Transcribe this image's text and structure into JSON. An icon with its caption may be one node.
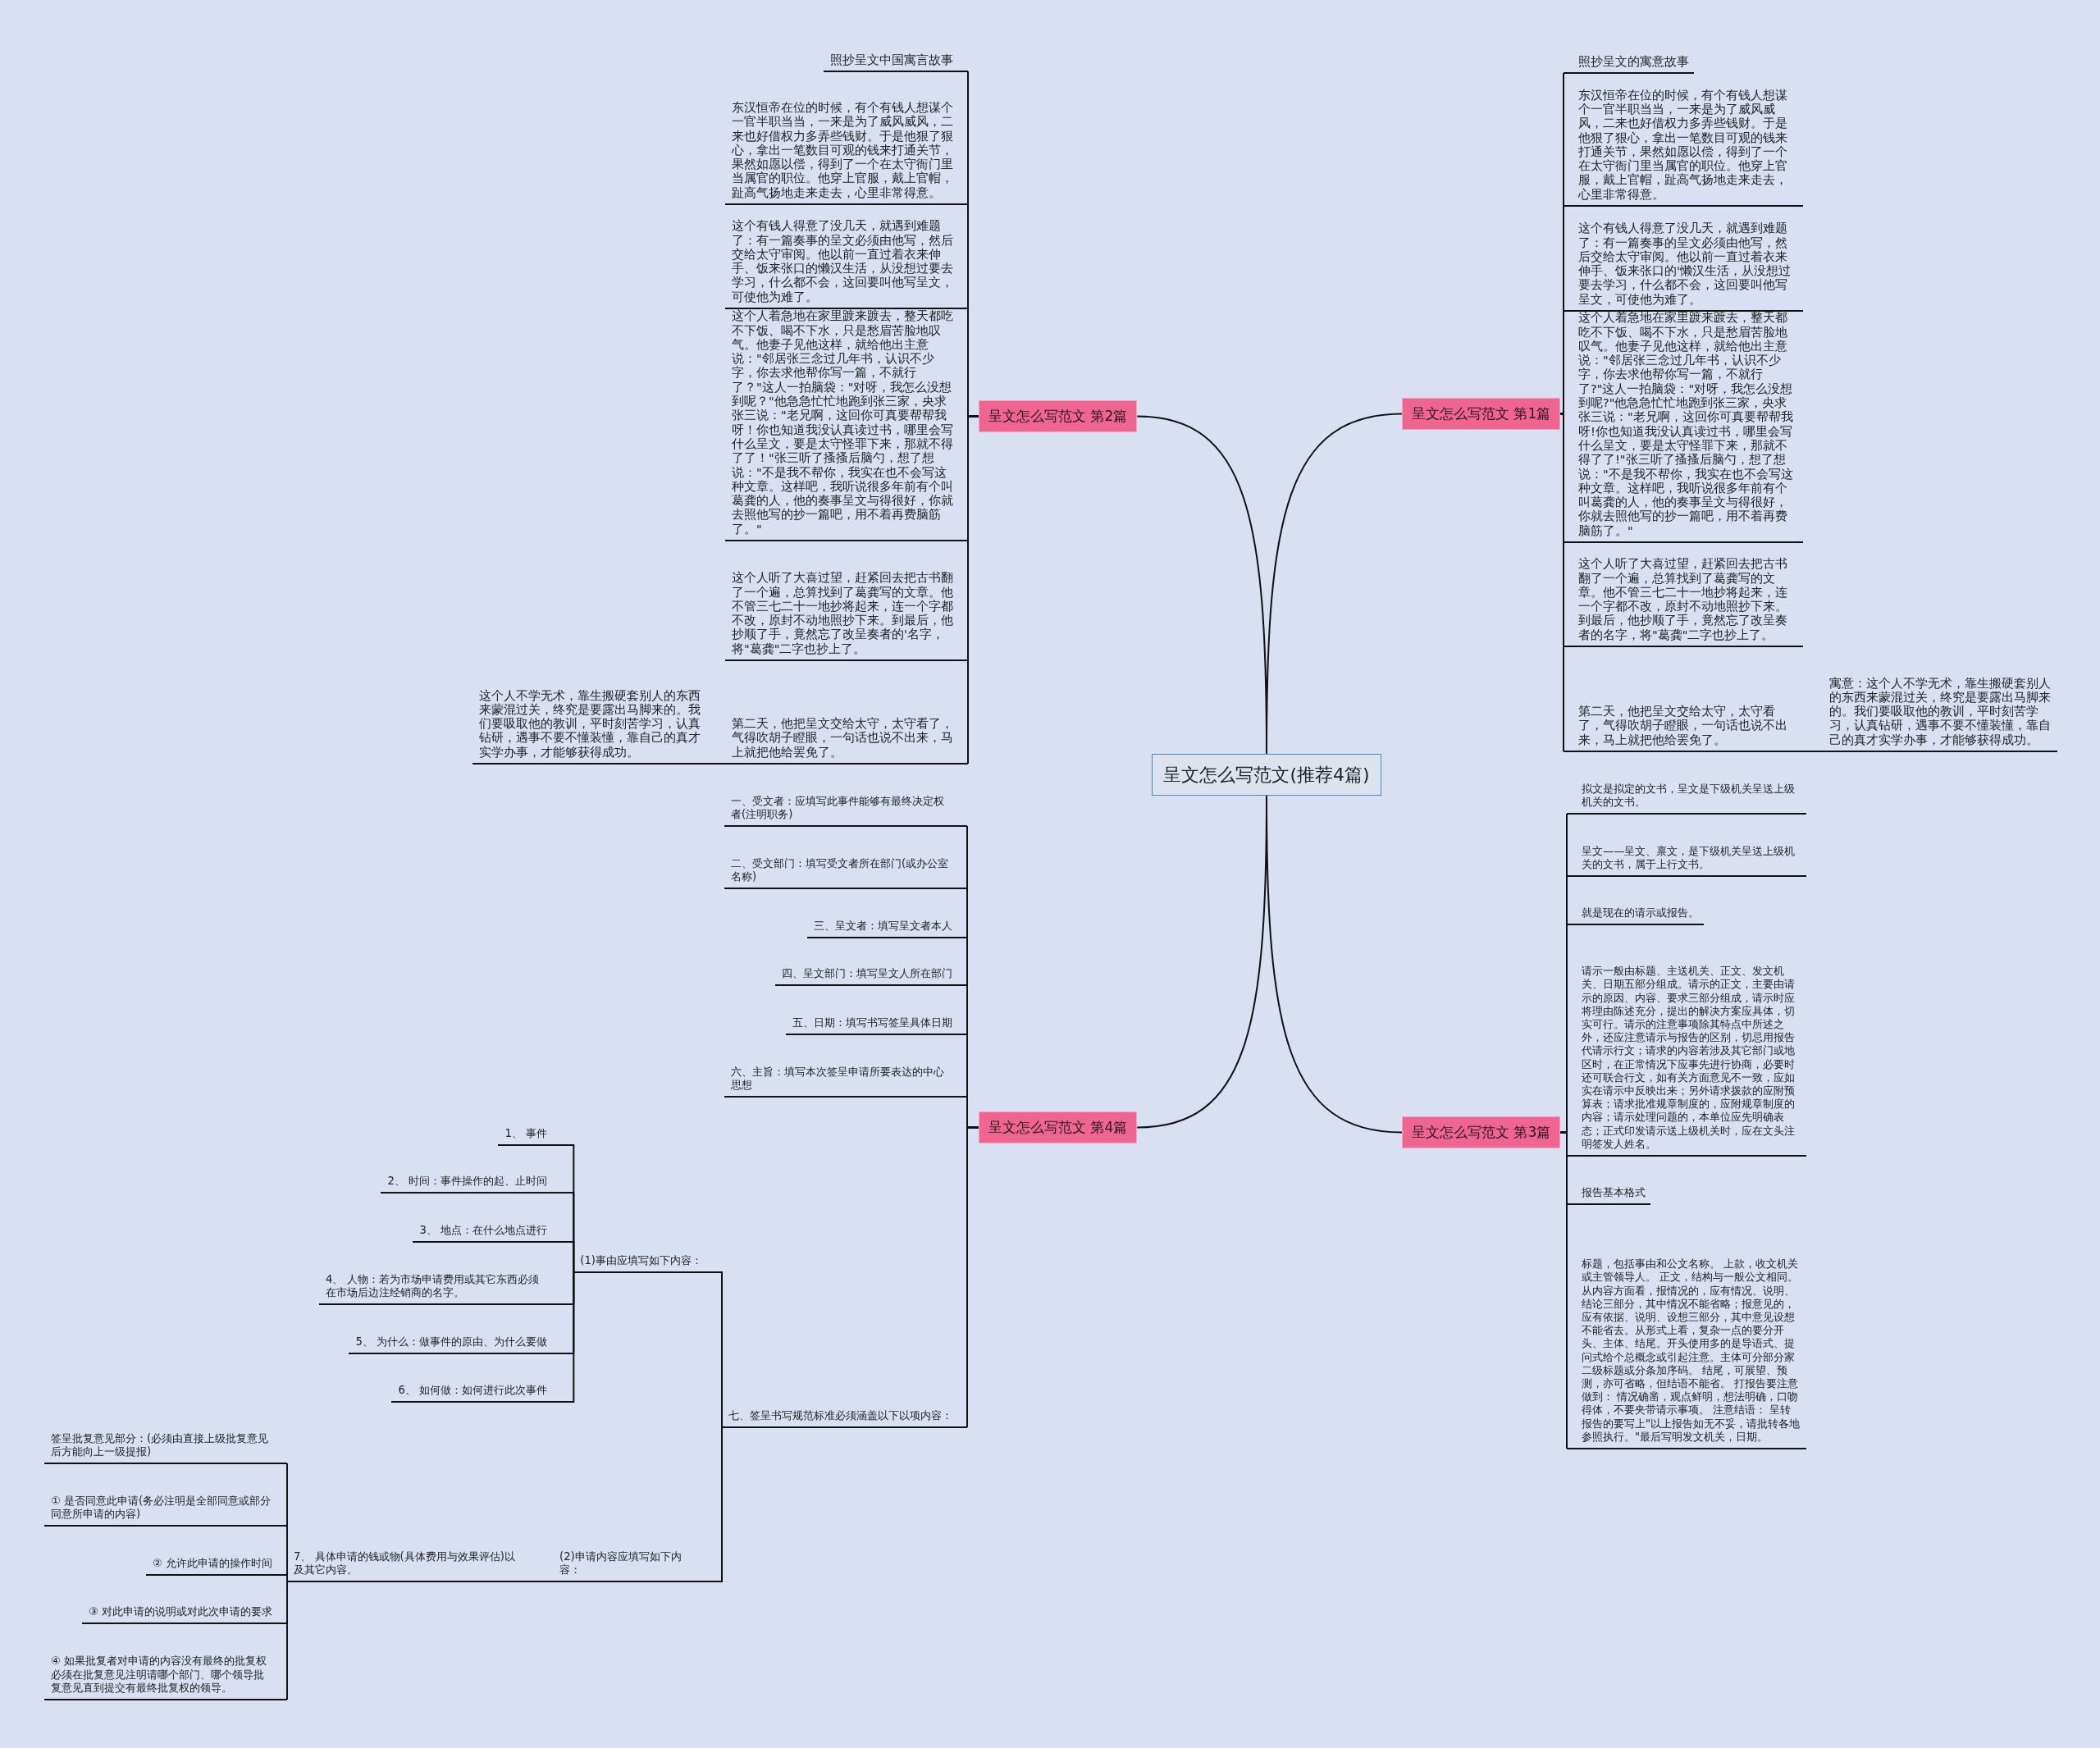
{
  "diagram": {
    "nodes": [
      {
        "text": [
          "呈文怎么写范文(推荐4篇)"
        ]
      },
      {
        "text": [
          "呈文怎么写范文 第1篇"
        ]
      },
      {
        "text": [
          "照抄呈文的寓意故事"
        ]
      },
      {
        "text": [
          "东汉恒帝在位的时候，有个有钱人想谋个一官半职当当，一来是为了威风威风，二来也好借权力多弄些钱财。于是他狠了狠心，拿出一笔数目可观的钱来打通关节，果然如愿以偿，得到了一个在太守衙门里当属官的职位。他穿上官服，戴上官帽，趾高气扬地走来走去，心里非常得意。"
        ]
      },
      {
        "text": [
          "这个有钱人得意了没几天，就遇到难题了：有一篇奏事的呈文必须由他写，然后交给太守审阅。他以前一直过着衣来伸手、饭来张口的'懒汉生活，从没想过要去学习，什么都不会，这回要叫他写呈文，可使他为难了。"
        ]
      },
      {
        "text": [
          "这个人着急地在家里踱来踱去，整天都吃不下饭、喝不下水，只是愁眉苦脸地叹气。他妻子见他这样，就给他出主意说：\"邻居张三念过几年书，认识不少字，你去求他帮你写一篇，不就行了?\"这人一拍脑袋：\"对呀，我怎么没想到呢?\"他急急忙忙地跑到张三家，央求张三说：\"老兄啊，这回你可真要帮帮我呀!你也知道我没认真读过书，哪里会写什么呈文，要是太守怪罪下来，那就不得了了!\"张三听了搔搔后脑勺，想了想说：\"不是我不帮你，我实在也不会写这种文章。这样吧，我听说很多年前有个叫葛龚的人，他的奏事呈文与得很好，你就去照他写的抄一篇吧，用不着再费脑筋了。\""
        ]
      },
      {
        "text": [
          "这个人听了大喜过望，赶紧回去把古书翻了一个遍，总算找到了葛龚写的文章。他不管三七二十一地抄将起来，连一个字都不改，原封不动地照抄下来。到最后，他抄顺了手，竟然忘了改呈奏者的名字，将\"葛龚\"二字也抄上了。"
        ]
      },
      {
        "text": [
          "第二天，他把呈文交给太守，太守看了，气得吹胡子瞪眼，一句话也说不出来，马上就把他给罢免了。"
        ]
      },
      {
        "text": [
          "寓意：这个人不学无术，靠生搬硬套别人的东西来蒙混过关，终究是要露出马脚来的。我们要吸取他的教训，平时刻苦学习，认真钻研，遇事不要不懂装懂，靠自己的真才实学办事，才能够获得成功。"
        ]
      },
      {
        "text": [
          "呈文怎么写范文 第2篇"
        ]
      },
      {
        "text": [
          "照抄呈文中国寓言故事"
        ]
      },
      {
        "text": [
          "东汉恒帝在位的时候，有个有钱人想谋个一官半职当当，一来是为了威风威风，二来也好借权力多弄些钱财。于是他狠了狠心，拿出一笔数目可观的钱来打通关节，果然如愿以偿，得到了一个在太守衙门里当属官的职位。他穿上官服，戴上官帽，趾高气扬地走来走去，心里非常得意。"
        ]
      },
      {
        "text": [
          "这个有钱人得意了没几天，就遇到难题了：有一篇奏事的呈文必须由他写，然后交给太守审阅。他以前一直过着衣来伸手、饭来张口的懒汉生活，从没想过要去学习，什么都不会，这回要叫他写呈文，可使他为难了。"
        ]
      },
      {
        "text": [
          "这个人着急地在家里踱来踱去，整天都吃不下饭、喝不下水，只是愁眉苦脸地叹气。他妻子见他这样，就给他出主意说：\"邻居张三念过几年书，认识不少字，你去求他帮你写一篇，不就行了？\"这人一拍脑袋：\"对呀，我怎么没想到呢？\"他急急忙忙地跑到张三家，央求张三说：\"老兄啊，这回你可真要帮帮我呀！你也知道我没认真读过书，哪里会写什么呈文，要是太守怪罪下来，那就不得了了！\"张三听了搔搔后脑勺，想了想说：\"不是我不帮你，我实在也不会写这种文章。这样吧，我听说很多年前有个叫葛龚的人，他的奏事呈文与得很好，你就去照他写的抄一篇吧，用不着再费脑筋了。\""
        ]
      },
      {
        "text": [
          "这个人听了大喜过望，赶紧回去把古书翻了一个遍，总算找到了葛龚写的文章。他不管三七二十一地抄将起来，连一个字都不改，原封不动地照抄下来。到最后，他抄顺了手，竟然忘了改呈奏者的'名字，将\"葛龚\"二字也抄上了。"
        ]
      },
      {
        "text": [
          "第二天，他把呈文交给太守，太守看了，气得吹胡子瞪眼，一句话也说不出来，马上就把他给罢免了。"
        ]
      },
      {
        "text": [
          "这个人不学无术，靠生搬硬套别人的东西来蒙混过关，终究是要露出马脚来的。我们要吸取他的教训，平时刻苦学习，认真钻研，遇事不要不懂装懂，靠自己的真才实学办事，才能够获得成功。"
        ]
      },
      {
        "text": [
          "呈文怎么写范文 第3篇"
        ]
      },
      {
        "text": [
          "拟文是拟定的文书，呈文是下级机关呈送上级机关的文书。"
        ]
      },
      {
        "text": [
          "呈文——呈文、禀文，是下级机关呈送上级机关的文书，属于上行文书。"
        ]
      },
      {
        "text": [
          "就是现在的请示或报告。"
        ]
      },
      {
        "text": [
          "请示一般由标题、主送机关、正文、发文机关、日期五部分组成。请示的正文，主要由请示的原因、内容、要求三部分组成，请示时应将理由陈述充分，提出的解决方案应具体，切实可行。请示的注意事项除其特点中所述之外，还应注意请示与报告的区别，切忌用报告代请示行文；请求的内容若涉及其它部门或地区时，在正常情况下应事先进行协商，必要时还可联合行文，如有关方面意见不一致，应如实在请示中反映出来；另外请求拨款的应附预算表；请求批准规章制度的，应附规章制度的内容；请示处理问题的，本单位应先明确表态；正式印发请示送上级机关时，应在文头注明签发人姓名。"
        ]
      },
      {
        "text": [
          "报告基本格式"
        ]
      },
      {
        "text": [
          "标题，包括事由和公文名称。 上款，收文机关或主管领导人。 正文，结构与一般公文相同。从内容方面看，报情况的，应有情况、说明、结论三部分，其中情况不能省略；报意见的，应有依据、说明、设想三部分，其中意见设想不能省去。从形式上看，复杂一点的要分开头、主体、结尾。开头使用多的是导语式、提问式给个总概念或引起注意。主体可分部分家二级标题或分条加序码。 结尾，可展望、预测，亦可省略，但结语不能省。 打报告要注意做到： 情况确凿，观点鲜明，想法明确，口吻得体，不要夹带请示事项。 注意结语： 呈转报告的要写上\"以上报告如无不妥，请批转各地参照执行。\"最后写明发文机关，日期。"
        ]
      },
      {
        "text": [
          "呈文怎么写范文 第4篇"
        ]
      },
      {
        "text": [
          "一、受文者：应填写此事件能够有最终决定权者(注明职务)"
        ]
      },
      {
        "text": [
          "二、受文部门：填写受文者所在部门(或办公室名称)"
        ]
      },
      {
        "text": [
          "三、呈文者：填写呈文者本人"
        ]
      },
      {
        "text": [
          "四、呈文部门：填写呈文人所在部门"
        ]
      },
      {
        "text": [
          "五、日期：填写书写签呈具体日期"
        ]
      },
      {
        "text": [
          "六、主旨：填写本次签呈申请所要表达的中心思想"
        ]
      },
      {
        "text": [
          "七、签呈书写规范标准必须涵盖以下以项内容："
        ]
      },
      {
        "text": [
          "(1)事由应填写如下内容："
        ]
      },
      {
        "text": [
          "1、 事件"
        ]
      },
      {
        "text": [
          "2、 时间：事件操作的起、止时间"
        ]
      },
      {
        "text": [
          "3、 地点：在什么地点进行"
        ]
      },
      {
        "text": [
          "4、 人物：若为市场申请费用或其它东西必须在市场后边注经销商的名字。"
        ]
      },
      {
        "text": [
          "5、 为什么：做事件的原由、为什么要做"
        ]
      },
      {
        "text": [
          "6、 如何做：如何进行此次事件"
        ]
      },
      {
        "text": [
          "(2)申请内容应填写如下内容："
        ]
      },
      {
        "text": [
          "7、 具体申请的钱或物(具体费用与效果评估)以及其它内容。"
        ]
      },
      {
        "text": [
          "签呈批复意见部分：(必须由直接上级批复意见后方能向上一级提报)"
        ]
      },
      {
        "text": [
          "① 是否同意此申请(务必注明是全部同意或部分同意所申请的内容)"
        ]
      },
      {
        "text": [
          "② 允许此申请的操作时间"
        ]
      },
      {
        "text": [
          "③ 对此申请的说明或对此次申请的要求"
        ]
      },
      {
        "text": [
          "④ 如果批复者对申请的内容没有最终的批复权必须在批复意见注明请哪个部门、哪个领导批复意见直到提交有最终批复权的领导。"
        ]
      }
    ],
    "edges": [
      {
        "from": 0,
        "to": 1,
        "arrow": "none"
      },
      {
        "from": 0,
        "to": 9,
        "arrow": "none"
      },
      {
        "from": 0,
        "to": 17,
        "arrow": "none"
      },
      {
        "from": 0,
        "to": 24,
        "arrow": "none"
      },
      {
        "from": 1,
        "to": 2,
        "arrow": "none"
      },
      {
        "from": 1,
        "to": 3,
        "arrow": "none"
      },
      {
        "from": 1,
        "to": 4,
        "arrow": "none"
      },
      {
        "from": 1,
        "to": 5,
        "arrow": "none"
      },
      {
        "from": 1,
        "to": 6,
        "arrow": "none"
      },
      {
        "from": 1,
        "to": 7,
        "arrow": "none"
      },
      {
        "from": 7,
        "to": 8,
        "arrow": "none"
      },
      {
        "from": 9,
        "to": 10,
        "arrow": "none"
      },
      {
        "from": 9,
        "to": 11,
        "arrow": "none"
      },
      {
        "from": 9,
        "to": 12,
        "arrow": "none"
      },
      {
        "from": 9,
        "to": 13,
        "arrow": "none"
      },
      {
        "from": 9,
        "to": 14,
        "arrow": "none"
      },
      {
        "from": 9,
        "to": 15,
        "arrow": "none"
      },
      {
        "from": 15,
        "to": 16,
        "arrow": "none"
      },
      {
        "from": 17,
        "to": 18,
        "arrow": "none"
      },
      {
        "from": 17,
        "to": 19,
        "arrow": "none"
      },
      {
        "from": 17,
        "to": 20,
        "arrow": "none"
      },
      {
        "from": 17,
        "to": 21,
        "arrow": "none"
      },
      {
        "from": 17,
        "to": 22,
        "arrow": "none"
      },
      {
        "from": 17,
        "to": 23,
        "arrow": "none"
      },
      {
        "from": 24,
        "to": 25,
        "arrow": "none"
      },
      {
        "from": 24,
        "to": 26,
        "arrow": "none"
      },
      {
        "from": 24,
        "to": 27,
        "arrow": "none"
      },
      {
        "from": 24,
        "to": 28,
        "arrow": "none"
      },
      {
        "from": 24,
        "to": 29,
        "arrow": "none"
      },
      {
        "from": 24,
        "to": 30,
        "arrow": "none"
      },
      {
        "from": 24,
        "to": 31,
        "arrow": "none"
      },
      {
        "from": 31,
        "to": 32,
        "arrow": "none"
      },
      {
        "from": 31,
        "to": 39,
        "arrow": "none"
      },
      {
        "from": 32,
        "to": 33,
        "arrow": "none"
      },
      {
        "from": 32,
        "to": 34,
        "arrow": "none"
      },
      {
        "from": 32,
        "to": 35,
        "arrow": "none"
      },
      {
        "from": 32,
        "to": 36,
        "arrow": "none"
      },
      {
        "from": 32,
        "to": 37,
        "arrow": "none"
      },
      {
        "from": 32,
        "to": 38,
        "arrow": "none"
      },
      {
        "from": 39,
        "to": 40,
        "arrow": "none"
      },
      {
        "from": 40,
        "to": 41,
        "arrow": "none"
      },
      {
        "from": 40,
        "to": 42,
        "arrow": "none"
      },
      {
        "from": 40,
        "to": 43,
        "arrow": "none"
      },
      {
        "from": 40,
        "to": 44,
        "arrow": "none"
      },
      {
        "from": 40,
        "to": 45,
        "arrow": "none"
      }
    ]
  }
}
